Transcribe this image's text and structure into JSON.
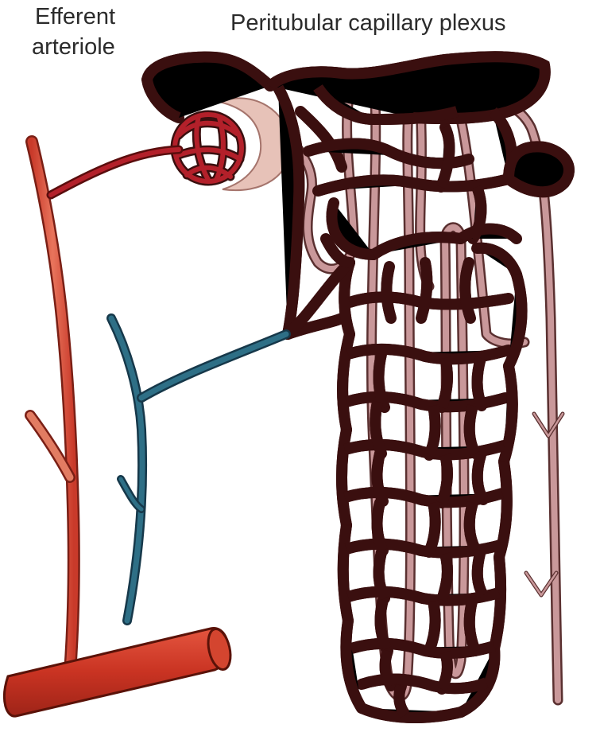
{
  "labels": {
    "efferent_line1": "Efferent",
    "efferent_line2": "arteriole",
    "plexus": "Peritubular capillary plexus"
  },
  "colors": {
    "arterial": "#d8402e",
    "arterial_light": "#e8826a",
    "venous": "#2e6f86",
    "capillary_fill": "#b3202a",
    "capillary_outline": "#3a0f0f",
    "tubule_fill": "#c89893",
    "tubule_outline": "#5a3030",
    "capsule": "#e7c2b8"
  }
}
